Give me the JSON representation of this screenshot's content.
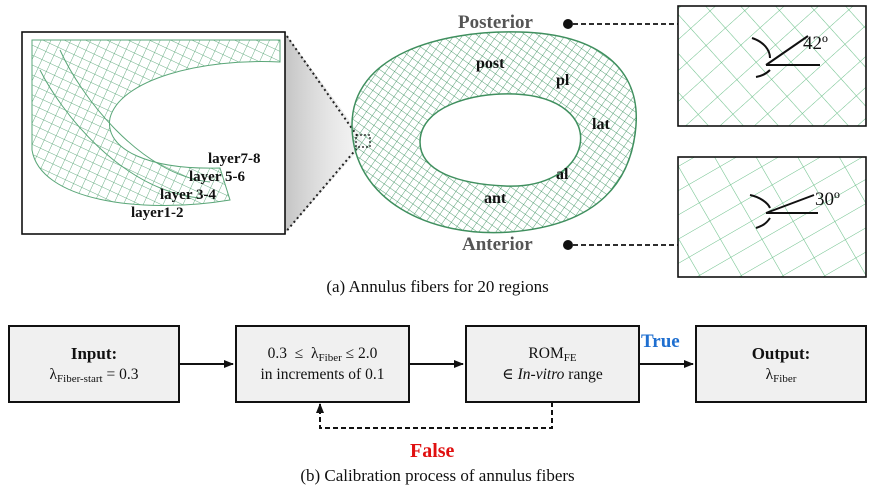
{
  "colors": {
    "fiber": "#5fae80",
    "fiber_dark": "#3f8f5e",
    "true_label": "#1f6fd0",
    "false_label": "#e01010",
    "box_fill": "#f0f0f0"
  },
  "panel_a": {
    "inset_labels": [
      "layer7-8",
      "layer 5-6",
      "layer 3-4",
      "layer1-2"
    ],
    "region_labels": {
      "post": "post",
      "pl": "pl",
      "lat": "lat",
      "al": "al",
      "ant": "ant"
    },
    "posterior_label": "Posterior",
    "anterior_label": "Anterior",
    "posterior_angle": "42º",
    "anterior_angle": "30º",
    "caption": "(a) Annulus fibers for 20 regions"
  },
  "panel_b": {
    "input": {
      "title": "Input:",
      "lambda": "λ",
      "sub": "Fiber-start",
      "rest": " = 0.3"
    },
    "range": {
      "pre": "0.3  ≤  λ",
      "sub": "Fiber",
      "post": " ≤ 2.0",
      "line2": "in increments of 0.1"
    },
    "rom": {
      "main": "ROM",
      "sub": "FE",
      "line2_pre": "∈ ",
      "line2_italic": "In-vitro",
      "line2_post": " range"
    },
    "output": {
      "title": "Output:",
      "lambda": "λ",
      "sub": "Fiber"
    },
    "true_label": "True",
    "false_label": "False",
    "caption": "(b) Calibration process of annulus fibers"
  }
}
